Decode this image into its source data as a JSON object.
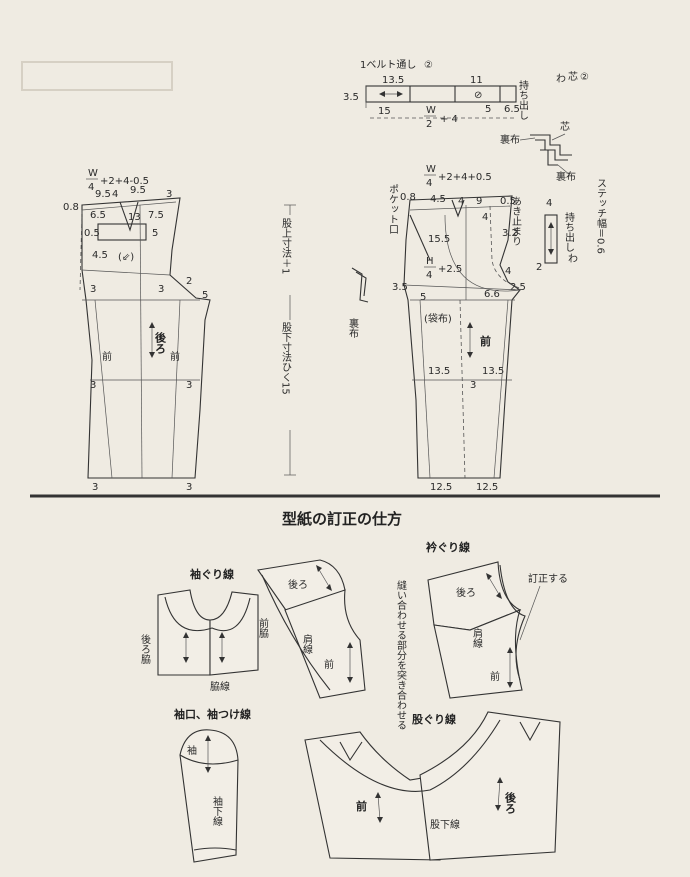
{
  "top": {
    "belt": {
      "label": "1ベルト通し",
      "circle": "②",
      "d135": "13.5",
      "d11": "11",
      "d35": "3.5",
      "d15": "15",
      "d5": "5",
      "d65": "6.5",
      "w_num": "W",
      "w_den": "2",
      "w_plus": "+ 4",
      "mochidashi": "持ち出し",
      "shin": "芯",
      "shin_circle": "②",
      "wa": "わ"
    },
    "layers": {
      "urafu1": "裏布",
      "shin": "芯",
      "urafu2": "裏布"
    },
    "stitch": {
      "mochidashi": "持ち出し",
      "wa": "わ",
      "label": "ステッチ幅＝0.6",
      "d4": "4",
      "d2": "2"
    },
    "back": {
      "w_num": "W",
      "w_den": "4",
      "w_rest": "+2+4-0.5",
      "d95a": "9.5",
      "d4": "4",
      "d95b": "9.5",
      "d3a": "3",
      "d08": "0.8",
      "d65": "6.5",
      "d13": "13",
      "d75": "7.5",
      "d05": "0.5",
      "d45": "4.5",
      "d5a": "5",
      "d3b": "3",
      "d2": "2",
      "d5b": "5",
      "ushiro": "後ろ",
      "mae1": "前",
      "mae2": "前",
      "d3c": "3",
      "d3d": "3",
      "d3e": "3",
      "d3f": "3",
      "pocket_mark": "(⇙)"
    },
    "center": {
      "upper": "股上寸法＋1",
      "lower": "股下寸法ひく15",
      "urafu": "裏布"
    },
    "front": {
      "w_num": "W",
      "w_den": "4",
      "w_rest": "+2+4+0.5",
      "d08": "0.8",
      "d45": "4.5",
      "d4": "4",
      "d9": "9",
      "d05": "0.5",
      "pocket": "ポケット口",
      "d155": "15.5",
      "akidomari": "あき止まり",
      "d32": "3.2",
      "d4b": "4",
      "h_num": "H",
      "h_den": "4",
      "h_rest": "+2.5",
      "d4c": "4",
      "d25": "2.5",
      "d35": "3.5",
      "d5": "5",
      "d66": "6.6",
      "fukuro": "(袋布)",
      "mae": "前",
      "d135a": "13.5",
      "d135b": "13.5",
      "d3": "3",
      "d125a": "12.5",
      "d125b": "12.5"
    }
  },
  "bottom": {
    "title": "型紙の訂正の仕方",
    "sode": {
      "title": "袖ぐり線",
      "ushiro": "後ろ脇",
      "waki": "脇線",
      "mae": "前脇"
    },
    "kata": {
      "ushiro": "後ろ",
      "katasen": "肩線",
      "mae": "前"
    },
    "eri": {
      "title": "衿ぐり線",
      "teisei": "訂正する",
      "note": "縫い合わせる部分を突き合わせる",
      "ushiro": "後ろ",
      "katasen": "肩線",
      "mae": "前"
    },
    "sodeguchi": {
      "title": "袖口、袖つけ線",
      "sode": "袖",
      "sodeshita": "袖下線"
    },
    "mata": {
      "title": "股ぐり線",
      "mae": "前",
      "ushiro": "後ろ",
      "matashita": "股下線"
    }
  }
}
